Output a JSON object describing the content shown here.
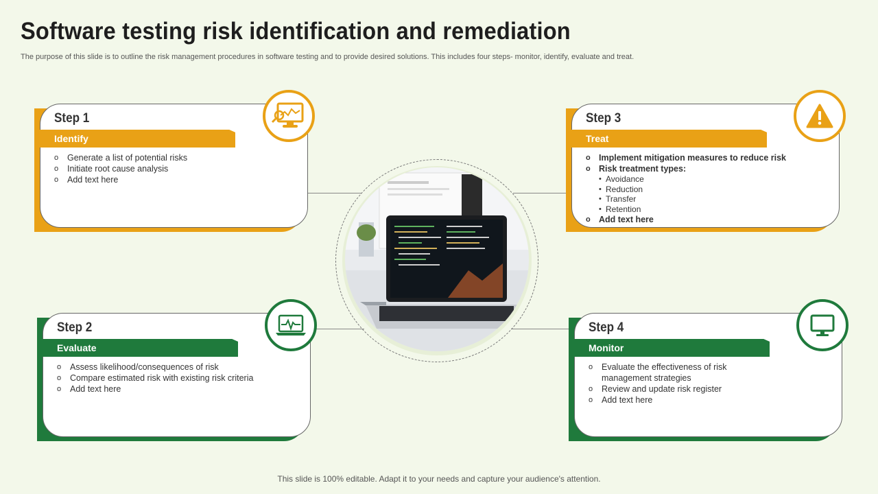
{
  "title": "Software testing risk identification and remediation",
  "subtitle": "The purpose of this slide is to outline the risk management procedures in software testing and to provide desired solutions. This includes four steps- monitor, identify, evaluate and treat.",
  "footer": "This slide is 100% editable. Adapt it to your needs and capture your audience's attention.",
  "colors": {
    "orange": "#e9a116",
    "green": "#1f7a3c",
    "background": "#f3f8ea"
  },
  "steps": [
    {
      "step": "Step 1",
      "name": "Identify",
      "icon": "monitor-chart-icon",
      "items": [
        "Generate  a list of potential risks",
        "Initiate root cause analysis",
        "Add text here"
      ]
    },
    {
      "step": "Step 2",
      "name": "Evaluate",
      "icon": "laptop-pulse-icon",
      "items": [
        "Assess likelihood/consequences of risk",
        "Compare  estimated risk with existing risk criteria",
        "Add text here"
      ]
    },
    {
      "step": "Step 3",
      "name": "Treat",
      "icon": "warning-icon",
      "items": [
        "Implement mitigation measures to reduce risk",
        "Risk  treatment types:",
        "Add text here"
      ],
      "types": [
        "Avoidance",
        "Reduction",
        "Transfer",
        "Retention"
      ]
    },
    {
      "step": "Step 4",
      "name": "Monitor",
      "icon": "desktop-monitor-icon",
      "items": [
        "Evaluate  the effectiveness  of risk management  strategies",
        "Review  and update risk register",
        "Add text here"
      ]
    }
  ],
  "center_image": "laptop-with-code-photo"
}
